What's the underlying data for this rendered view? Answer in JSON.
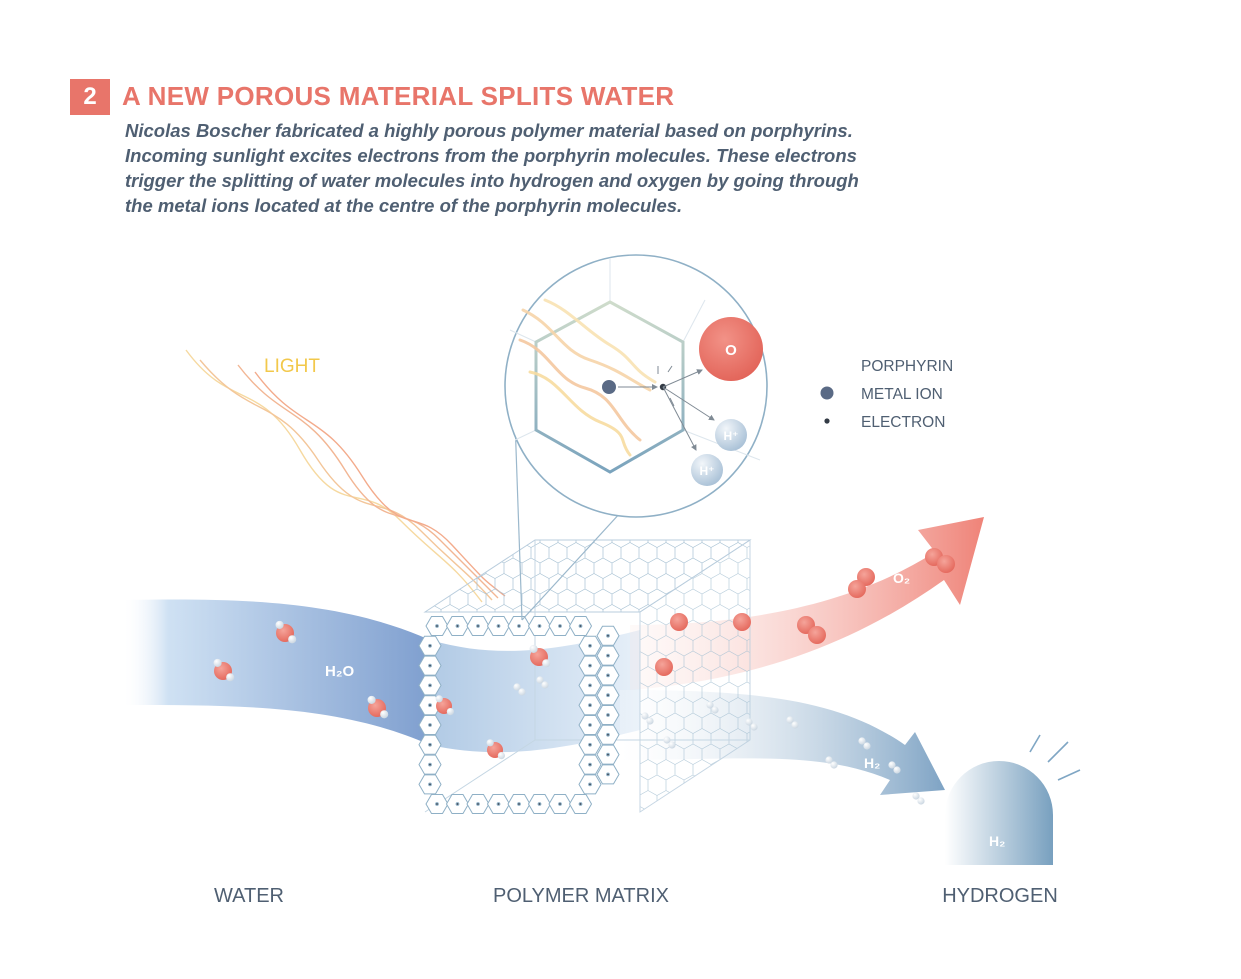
{
  "header": {
    "step_number": "2",
    "title": "A NEW POROUS MATERIAL SPLITS WATER"
  },
  "description": {
    "lines": [
      "Nicolas Boscher fabricated a highly porous polymer material based on porphyrins.",
      "Incoming sunlight excites electrons from the porphyrin molecules. These electrons",
      "trigger the splitting of water molecules into hydrogen and oxygen by going through",
      "the metal ions located at the centre of the porphyrin molecules."
    ]
  },
  "diagram": {
    "light_label": "LIGHT",
    "h2o_label": "H₂O",
    "o2_label": "O₂",
    "h2_label": "H₂",
    "tank_label": "H₂",
    "zoom": {
      "oxygen_label": "O",
      "proton_label_1": "H⁺",
      "proton_label_2": "H⁺"
    },
    "legend": {
      "porphyrin": "PORPHYRIN",
      "metal_ion": "METAL ION",
      "electron": "ELECTRON"
    },
    "stage_labels": {
      "water": "WATER",
      "polymer_matrix": "POLYMER MATRIX",
      "hydrogen": "HYDROGEN"
    }
  },
  "colors": {
    "accent_red": "#e8756a",
    "water_blue": "#8fb2d8",
    "outline_blue": "#8aaac0",
    "light_yellow": "#f2c84b",
    "text_slate": "#4f5f72",
    "metal_ion": "#5a6a85"
  }
}
